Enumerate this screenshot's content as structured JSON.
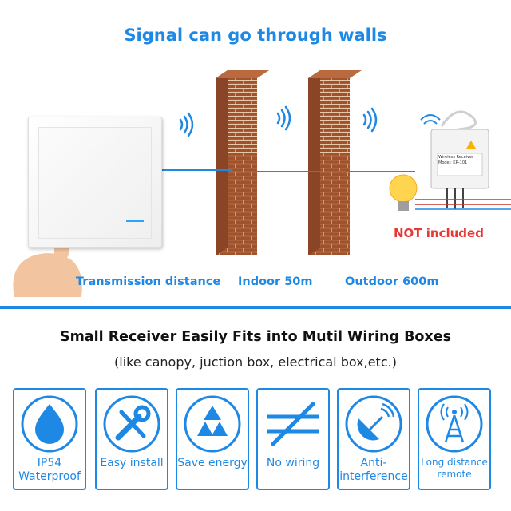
{
  "header": {
    "title": "Signal can go through walls"
  },
  "distance": {
    "transmission_label": "Transmission distance",
    "indoor_label": "Indoor 50m",
    "outdoor_label": "Outdoor 600m",
    "bulb_note": "NOT included"
  },
  "receiver": {
    "line1": "Wireless Receiver",
    "line2": "Model: KR-101"
  },
  "section": {
    "heading": "Small Receiver Easily Fits into Mutil Wiring Boxes",
    "note": "(like canopy, juction box, electrical box,etc.)"
  },
  "features": [
    {
      "line1": "IP54",
      "line2": "Waterproof",
      "icon": "water-drop-icon"
    },
    {
      "line1": "Easy install",
      "line2": "",
      "icon": "tools-icon"
    },
    {
      "line1": "Save energy",
      "line2": "",
      "icon": "recycle-icon"
    },
    {
      "line1": "No wiring",
      "line2": "",
      "icon": "no-wiring-icon"
    },
    {
      "line1": "Anti-",
      "line2": "interference",
      "icon": "satellite-dish-icon"
    },
    {
      "line1": "Long distance",
      "line2": "remote",
      "icon": "signal-tower-icon"
    }
  ],
  "colors": {
    "accent": "#1e88e5",
    "brick": "#a0522d",
    "warning": "#e53935"
  }
}
